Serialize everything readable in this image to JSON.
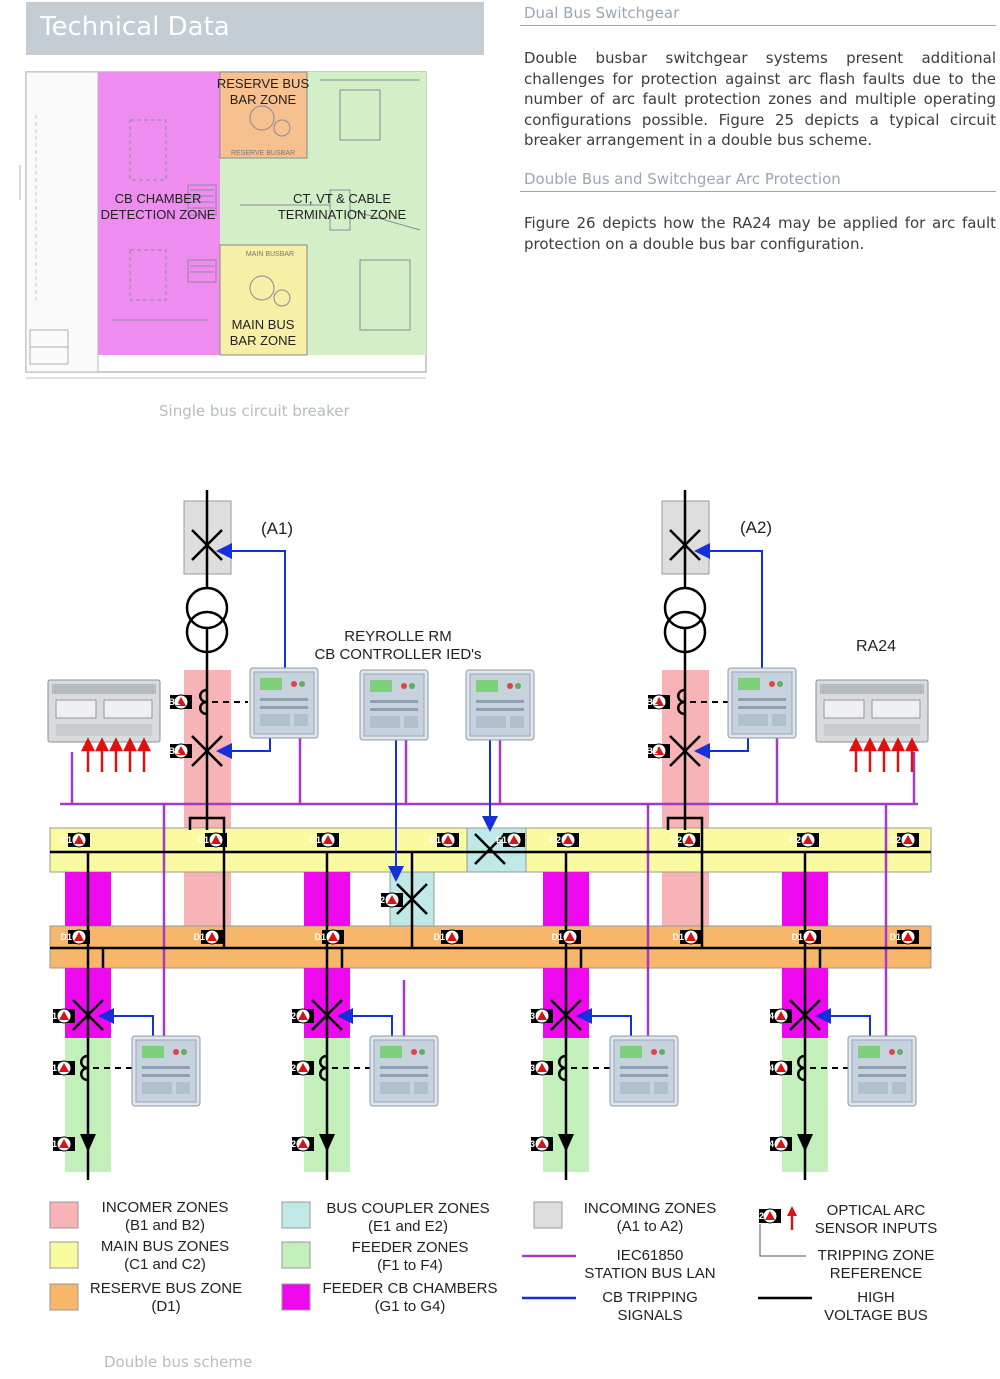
{
  "header": {
    "title": "Technical Data"
  },
  "sections": [
    {
      "title": "Dual Bus Switchgear",
      "text": "Double busbar switchgear systems present additional challenges for protection against arc flash faults due to the number of arc fault protection zones and multiple operating configurations possible. Figure 25 depicts a typical circuit breaker arrangement in a double bus scheme."
    },
    {
      "title": "Double Bus and Switchgear Arc Protection",
      "text": "Figure 26 depicts how the RA24 may be applied for arc fault protection on a double bus bar configuration."
    }
  ],
  "fig1": {
    "caption": "Single bus circuit breaker",
    "zones": {
      "reserve": [
        "RESERVE BUS",
        "BAR ZONE"
      ],
      "reserve_small": "RESERVE BUSBAR",
      "cb": [
        "CB CHAMBER",
        "DETECTION ZONE"
      ],
      "ct": [
        "CT, VT & CABLE",
        "TERMINATION ZONE"
      ],
      "main_small": "MAIN BUSBAR",
      "main": [
        "MAIN BUS",
        "BAR ZONE"
      ]
    }
  },
  "fig2": {
    "caption": "Double bus scheme",
    "labels": {
      "a1": "(A1)",
      "a2": "(A2)",
      "reyrolle": [
        "REYROLLE RM",
        "CB CONTROLLER IED's"
      ],
      "ra24": "RA24"
    },
    "sensors": {
      "b1": "B1",
      "b2": "B2",
      "c1": "C1",
      "c2": "C2",
      "d1": "D1",
      "e1": "E1",
      "e2": "E2",
      "g": [
        "G1",
        "G2",
        "G3",
        "G4"
      ],
      "f": [
        "F1",
        "F2",
        "F3",
        "F4"
      ]
    },
    "legend": {
      "incomer": [
        "INCOMER ZONES",
        "(B1 and B2)"
      ],
      "main": [
        "MAIN BUS ZONES",
        "(C1 and C2)"
      ],
      "reserve": [
        "RESERVE BUS ZONE",
        "(D1)"
      ],
      "coupler": [
        "BUS COUPLER ZONES",
        "(E1 and E2)"
      ],
      "feeder": [
        "FEEDER ZONES",
        "(F1 to F4)"
      ],
      "feeder_cb": [
        "FEEDER CB CHAMBERS",
        "(G1 to G4)"
      ],
      "incoming": [
        "INCOMING ZONES",
        "(A1 to A2)"
      ],
      "lan": [
        "IEC61850",
        "STATION BUS LAN"
      ],
      "trip": [
        "CB TRIPPING",
        "SIGNALS"
      ],
      "optical": [
        "OPTICAL ARC",
        "SENSOR INPUTS"
      ],
      "tripzone": [
        "TRIPPING ZONE",
        "REFERENCE"
      ],
      "hv": [
        "HIGH",
        "VOLTAGE BUS"
      ],
      "sample_sensor": "B2"
    },
    "colors": {
      "incomer": "#f7b3b5",
      "main": "#fafaa0",
      "reserve": "#f8b66a",
      "coupler": "#bfe8e6",
      "feeder": "#c3efbb",
      "feeder_cb": "#ee08ee",
      "incoming": "#dedede",
      "lan": "#a23cc8",
      "trip": "#1530d8"
    }
  }
}
